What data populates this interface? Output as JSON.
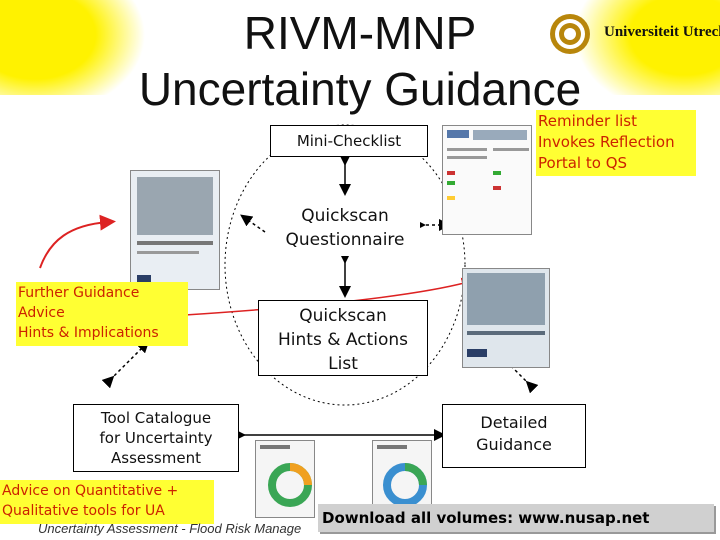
{
  "title": {
    "line1": "RIVM-MNP",
    "line2": "Uncertainty Guidance"
  },
  "logo": {
    "text": "Universiteit Utrecht",
    "icon": "sun-seal-icon"
  },
  "nodes": {
    "mini_checklist": "Mini-Checklist",
    "quickscan_questionnaire": [
      "Quickscan",
      "Questionnaire"
    ],
    "quickscan_hints": [
      "Quickscan",
      "Hints & Actions",
      "List"
    ],
    "tool_catalogue": [
      "Tool Catalogue",
      "for Uncertainty",
      "Assessment"
    ],
    "detailed_guidance": [
      "Detailed",
      "Guidance"
    ]
  },
  "callouts": {
    "reminder": [
      "Reminder list",
      "Invokes Reflection",
      "Portal to QS"
    ],
    "further_guidance": [
      "Further Guidance",
      "Advice",
      "Hints & Implications"
    ],
    "advice_quantitative": [
      "Advice on Quantitative +",
      "Qualitative tools for UA"
    ]
  },
  "download": "Download  all  volumes: www.nusap.net",
  "footer": "Uncertainty Assessment - Flood Risk Manage",
  "colors": {
    "callout_bg": "#ffff33",
    "callout_text": "#cc2200",
    "connector_red": "#dd2222",
    "logo_yellow": "#fff200"
  }
}
